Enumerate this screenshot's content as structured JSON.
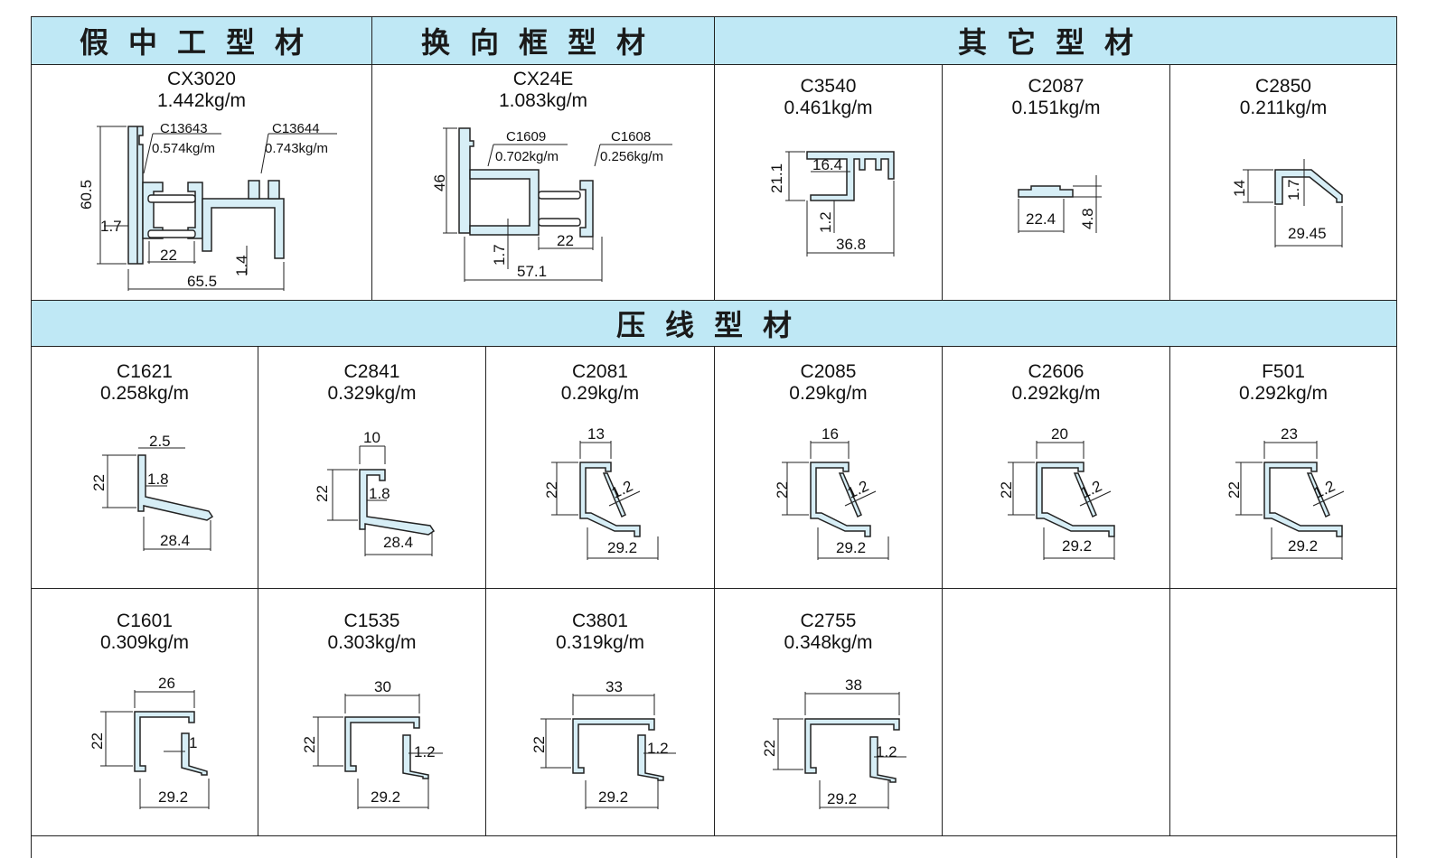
{
  "headers": {
    "fake_mullion": "假中工型材",
    "turning_frame": "换向框型材",
    "other": "其它型材",
    "bead": "压线型材"
  },
  "top_profiles": [
    {
      "name": "CX3020",
      "weight": "1.442kg/m",
      "sub": [
        {
          "name": "C13643",
          "weight": "0.574kg/m"
        },
        {
          "name": "C13644",
          "weight": "0.743kg/m"
        }
      ],
      "dims": [
        "60.5",
        "1.7",
        "22",
        "1.4",
        "65.5"
      ]
    },
    {
      "name": "CX24E",
      "weight": "1.083kg/m",
      "sub": [
        {
          "name": "C1609",
          "weight": "0.702kg/m"
        },
        {
          "name": "C1608",
          "weight": "0.256kg/m"
        }
      ],
      "dims": [
        "46",
        "22",
        "1.7",
        "57.1"
      ]
    },
    {
      "name": "C3540",
      "weight": "0.461kg/m",
      "dims": [
        "16.4",
        "21.1",
        "1.2",
        "36.8"
      ]
    },
    {
      "name": "C2087",
      "weight": "0.151kg/m",
      "dims": [
        "22.4",
        "4.8"
      ]
    },
    {
      "name": "C2850",
      "weight": "0.211kg/m",
      "dims": [
        "14",
        "1.7",
        "29.45"
      ]
    }
  ],
  "bead_row1": [
    {
      "name": "C1621",
      "weight": "0.258kg/m",
      "dims": [
        "2.5",
        "22",
        "1.8",
        "28.4"
      ]
    },
    {
      "name": "C2841",
      "weight": "0.329kg/m",
      "dims": [
        "10",
        "22",
        "1.8",
        "28.4"
      ]
    },
    {
      "name": "C2081",
      "weight": "0.29kg/m",
      "dims": [
        "13",
        "22",
        "1.2",
        "29.2"
      ]
    },
    {
      "name": "C2085",
      "weight": "0.29kg/m",
      "dims": [
        "16",
        "22",
        "1.2",
        "29.2"
      ]
    },
    {
      "name": "C2606",
      "weight": "0.292kg/m",
      "dims": [
        "20",
        "22",
        "1.2",
        "29.2"
      ]
    },
    {
      "name": "F501",
      "weight": "0.292kg/m",
      "dims": [
        "23",
        "22",
        "1.2",
        "29.2"
      ]
    }
  ],
  "bead_row2": [
    {
      "name": "C1601",
      "weight": "0.309kg/m",
      "dims": [
        "26",
        "22",
        "1",
        "29.2"
      ]
    },
    {
      "name": "C1535",
      "weight": "0.303kg/m",
      "dims": [
        "30",
        "22",
        "1.2",
        "29.2"
      ]
    },
    {
      "name": "C3801",
      "weight": "0.319kg/m",
      "dims": [
        "33",
        "22",
        "1.2",
        "29.2"
      ]
    },
    {
      "name": "C2755",
      "weight": "0.348kg/m",
      "dims": [
        "38",
        "22",
        "1.2",
        "29.2"
      ]
    }
  ]
}
